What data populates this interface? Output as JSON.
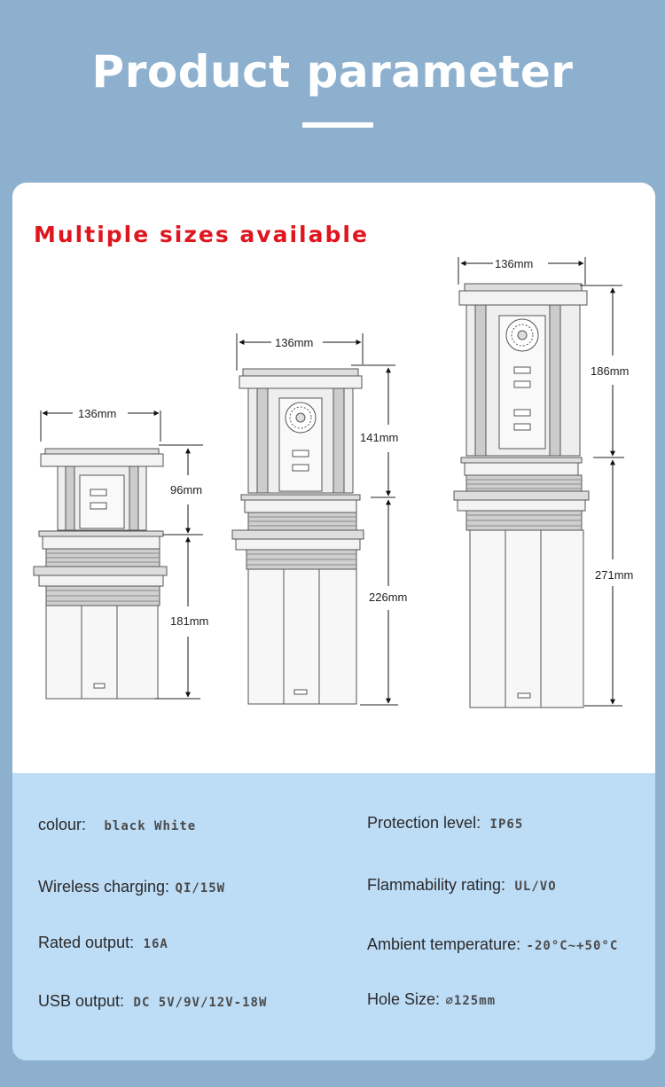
{
  "header": {
    "title": "Product parameter"
  },
  "card": {
    "subtitle": "Multiple sizes available",
    "dimensions": {
      "small": {
        "width": "136mm",
        "top": "96mm",
        "bottom": "181mm"
      },
      "medium": {
        "width": "136mm",
        "top": "141mm",
        "bottom": "226mm"
      },
      "large": {
        "width": "136mm",
        "top": "186mm",
        "bottom": "271mm"
      }
    }
  },
  "specs": {
    "colour": {
      "label": "colour:",
      "value": "black White"
    },
    "protection": {
      "label": "Protection level:",
      "value": "IP65"
    },
    "wireless": {
      "label": "Wireless charging:",
      "value": "QI/15W"
    },
    "flammability": {
      "label": "Flammability rating:",
      "value": "UL/VO"
    },
    "rated": {
      "label": "Rated output:",
      "value": "16A"
    },
    "ambient": {
      "label": "Ambient temperature:",
      "value": "-20°C~+50°C"
    },
    "usb": {
      "label": "USB output:",
      "value": "DC 5V/9V/12V-18W"
    },
    "hole": {
      "label": "Hole Size:",
      "value": "⌀125mm"
    }
  },
  "colors": {
    "background": "#8eb0cf",
    "accent_red": "#e0161e",
    "spec_panel": "#bddcf6"
  }
}
